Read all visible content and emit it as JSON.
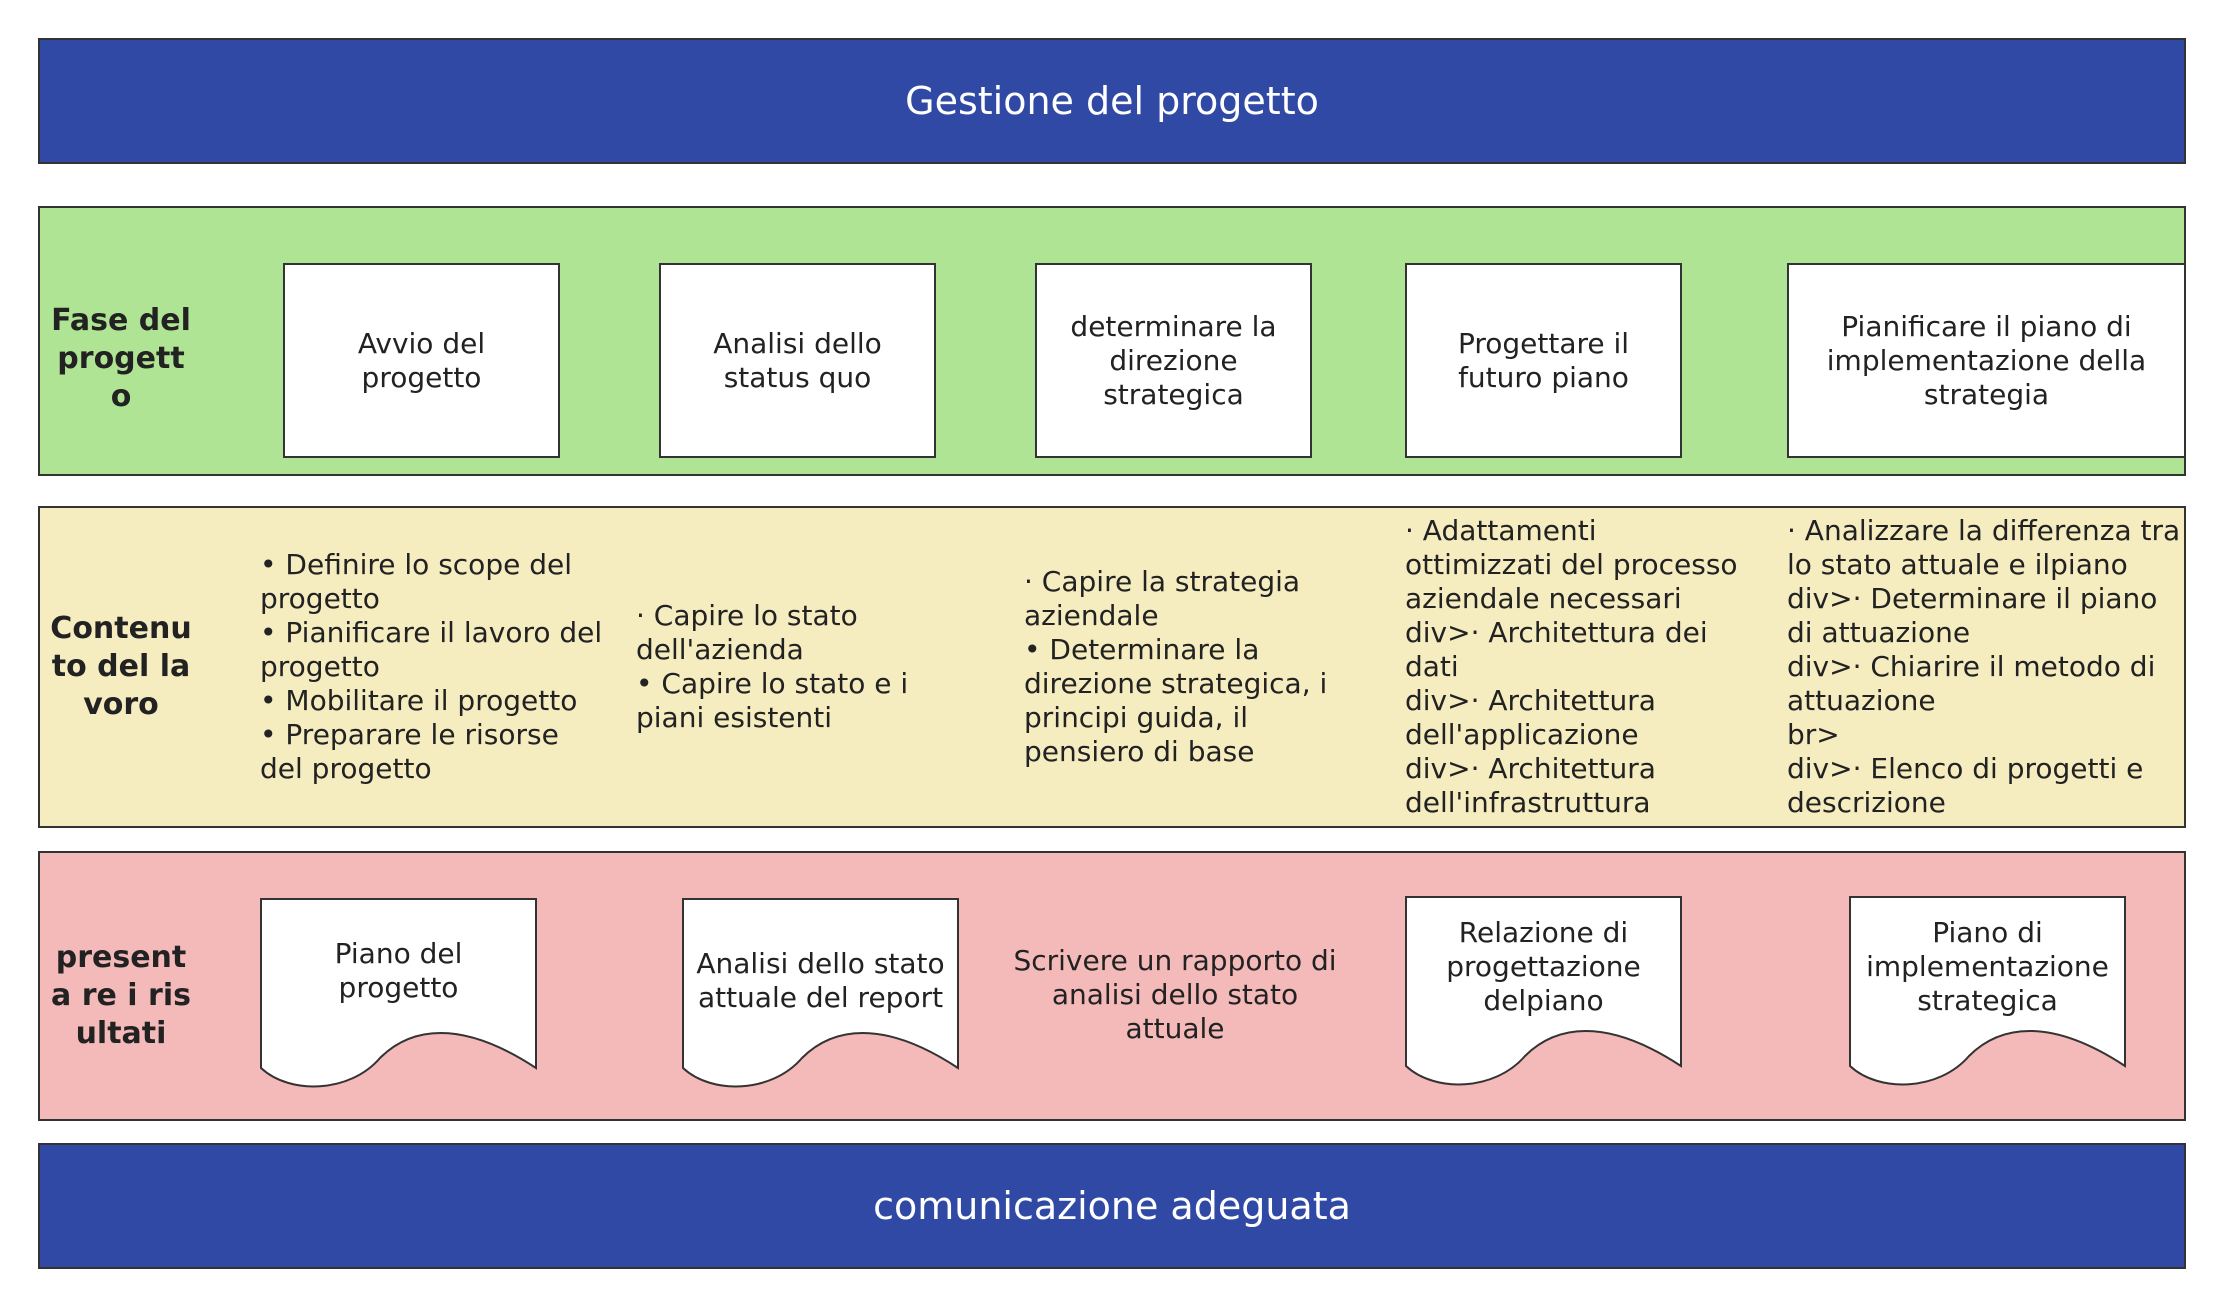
{
  "header": {
    "title": "Gestione del progetto"
  },
  "footer": {
    "title": "comunicazione adeguata"
  },
  "rows": {
    "phase_label": "Fase del progett o",
    "work_label": "Contenu to del lavoro",
    "result_label": "presenta re i risultati"
  },
  "phases": [
    "Avvio del progetto",
    "Analisi dello status quo",
    "determinare la direzione strategica",
    "Progettare il futuro piano",
    "Pianificare il piano di implementazione della strategia"
  ],
  "work_contents": [
    "• Definire lo scope del progetto\n• Pianificare il lavoro del progetto\n• Mobilitare il progetto\n• Preparare le risorse del progetto",
    "· Capire lo stato dell'azienda\n• Capire lo stato e i piani esistenti",
    "· Capire la strategia aziendale\n• Determinare la direzione strategica, i principi guida, il pensiero di base",
    "· Adattamenti ottimizzati del processo aziendale necessari\ndiv>· Architettura dei dati\ndiv>· Architettura dell'applicazione\ndiv>· Architettura dell'infrastruttura",
    "· Analizzare la differenza tra lo stato attuale e ilpiano\ndiv>· Determinare il piano di attuazione\ndiv>· Chiarire il metodo di attuazione\nbr>\ndiv>· Elenco di progetti e descrizione"
  ],
  "results": [
    "Piano del progetto",
    "Analisi dello stato attuale del report",
    "Scrivere un rapporto di analisi dello stato attuale",
    "Relazione di progettazione delpiano",
    "Piano di implementazione strategica"
  ],
  "colors": {
    "header_blue": "#3049a5",
    "phase_green": "#b0e495",
    "content_yellow": "#f5ecc0",
    "result_pink": "#f4b9b9"
  }
}
